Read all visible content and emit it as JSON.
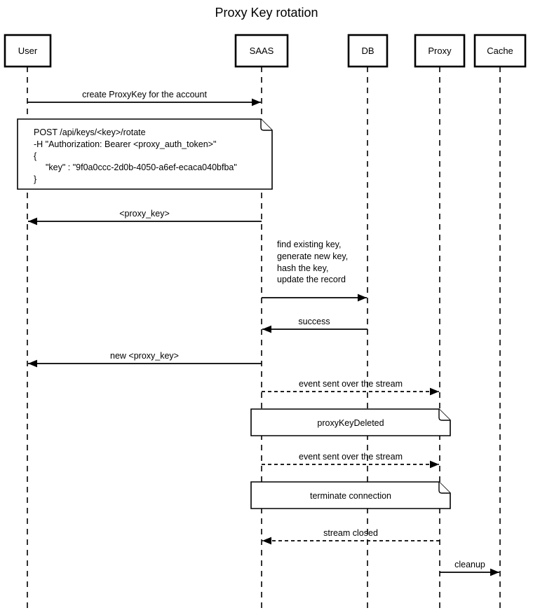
{
  "diagram": {
    "title": "Proxy Key rotation",
    "participants": [
      {
        "name": "User"
      },
      {
        "name": "SAAS"
      },
      {
        "name": "DB"
      },
      {
        "name": "Proxy"
      },
      {
        "name": "Cache"
      }
    ],
    "messages": [
      {
        "label": "create ProxyKey for the account",
        "from": "User",
        "to": "SAAS",
        "line": "solid"
      },
      {
        "label": "<proxy_key>",
        "from": "SAAS",
        "to": "User",
        "line": "solid"
      },
      {
        "from": "SAAS",
        "to": "DB",
        "line": "solid",
        "label_lines": [
          "find existing key,",
          "generate new key,",
          "hash the key,",
          "update the record"
        ]
      },
      {
        "label": "success",
        "from": "DB",
        "to": "SAAS",
        "line": "solid"
      },
      {
        "label": "new <proxy_key>",
        "from": "SAAS",
        "to": "User",
        "line": "solid"
      },
      {
        "label": "event sent over the stream",
        "from": "SAAS",
        "to": "Proxy",
        "line": "dashed"
      },
      {
        "label": "event sent over the stream",
        "from": "SAAS",
        "to": "Proxy",
        "line": "dashed"
      },
      {
        "label": "stream closed",
        "from": "Proxy",
        "to": "SAAS",
        "line": "dashed"
      },
      {
        "label": "cleanup",
        "from": "Proxy",
        "to": "Cache",
        "line": "solid"
      }
    ],
    "notes": [
      {
        "over": "User,SAAS",
        "lines": [
          "POST /api/keys/<key>/rotate",
          "-H \"Authorization: Bearer <proxy_auth_token>\"",
          "{",
          "\"key\" : \"9f0a0ccc-2d0b-4050-a6ef-ecaca040bfba\"",
          "}"
        ]
      },
      {
        "over": "SAAS,Proxy",
        "text": "proxyKeyDeleted"
      },
      {
        "over": "SAAS,Proxy",
        "text": "terminate connection"
      }
    ],
    "colors": {
      "stroke": "#000000",
      "text": "#000000",
      "shape_fill": "#ffffff",
      "background": "#ffffff"
    }
  }
}
